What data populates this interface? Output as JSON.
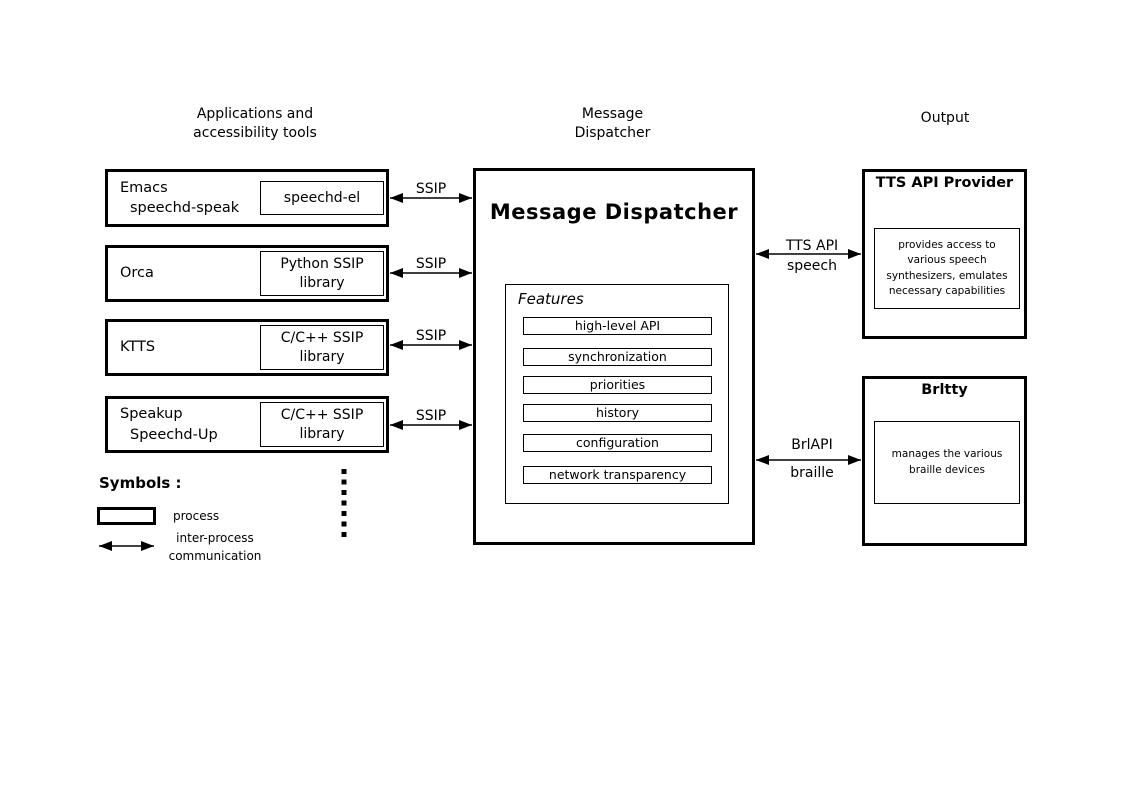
{
  "columns": {
    "left_header": "Applications and\naccessibility tools",
    "center_header": "Message\nDispatcher",
    "right_header": "Output"
  },
  "applications": [
    {
      "line1": "Emacs",
      "line2": "speechd-speak",
      "library": "speechd-el",
      "arrow_label": "SSIP"
    },
    {
      "line1": "Orca",
      "line2": "",
      "library": "Python SSIP library",
      "arrow_label": "SSIP"
    },
    {
      "line1": "KTTS",
      "line2": "",
      "library": "C/C++ SSIP library",
      "arrow_label": "SSIP"
    },
    {
      "line1": "Speakup",
      "line2": "Speechd-Up",
      "library": "C/C++ SSIP library",
      "arrow_label": "SSIP"
    }
  ],
  "dispatcher": {
    "title": "Message Dispatcher",
    "features_label": "Features",
    "features": [
      "high-level API",
      "synchronization",
      "priorities",
      "history",
      "configuration",
      "network transparency"
    ]
  },
  "outputs": [
    {
      "title": "TTS API Provider",
      "description": "provides access to\nvarious speech\nsynthesizers, emulates\nnecessary capabilities",
      "arrow_label_top": "TTS API",
      "arrow_label_bottom": "speech"
    },
    {
      "title": "Brltty",
      "description": "manages the various\nbraille devices",
      "arrow_label_top": "BrlAPI",
      "arrow_label_bottom": "braille"
    }
  ],
  "legend": {
    "title": "Symbols :",
    "process_label": "process",
    "ipc_label": "inter-process\ncommunication"
  },
  "colors": {
    "ink": "#000000",
    "background": "#ffffff"
  }
}
